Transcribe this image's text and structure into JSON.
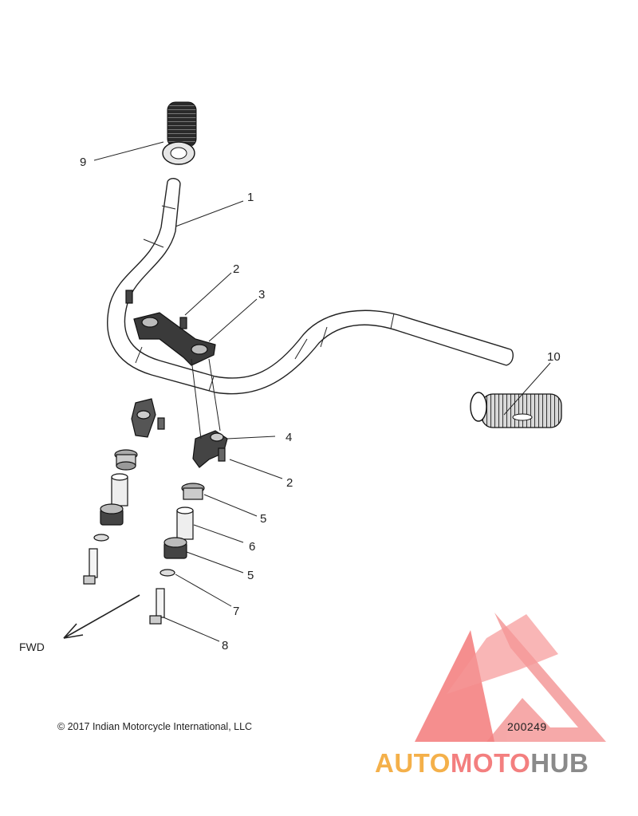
{
  "callouts": [
    {
      "n": "1"
    },
    {
      "n": "2"
    },
    {
      "n": "3"
    },
    {
      "n": "4"
    },
    {
      "n": "2"
    },
    {
      "n": "5"
    },
    {
      "n": "6"
    },
    {
      "n": "5"
    },
    {
      "n": "7"
    },
    {
      "n": "8"
    },
    {
      "n": "9"
    },
    {
      "n": "10"
    }
  ],
  "labels": {
    "fwd": "FWD",
    "copyright": "© 2017 Indian Motorcycle International, LLC",
    "diagram_id": "200249"
  },
  "watermark": {
    "part1": "AUTO",
    "part2": "MOTO",
    "part3": "HUB",
    "color_auto": "#f4b04a",
    "color_moto": "#f37f7f",
    "color_hub": "#8a8a8a"
  }
}
